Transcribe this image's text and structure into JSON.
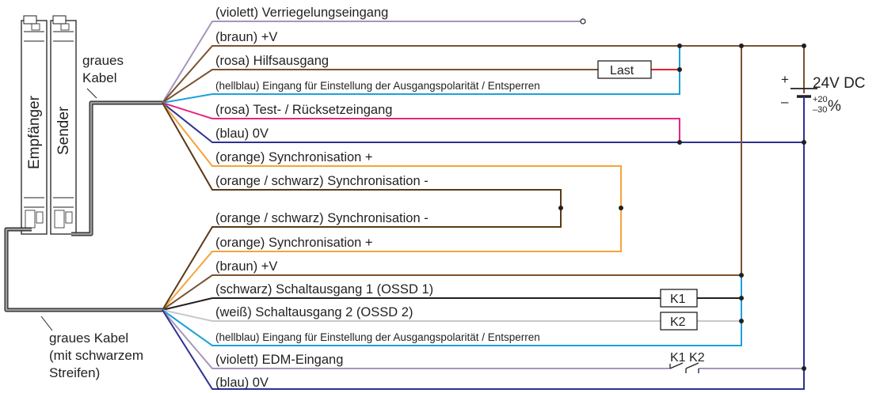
{
  "colors": {
    "violet": "#a794bd",
    "brown": "#7a5230",
    "red": "#e4202c",
    "lightblue": "#1ba1db",
    "pink": "#e6267f",
    "blue": "#2e3192",
    "orange": "#f3a43a",
    "black": "#231f20",
    "white_wire": "#c8c8c8",
    "gray_cable": "#6d6e71"
  },
  "devices": {
    "receiver": "Empfänger",
    "sender": "Sender"
  },
  "cables": {
    "top_line1": "graues",
    "top_line2": "Kabel",
    "bottom_line1": "graues Kabel",
    "bottom_line2": "(mit schwarzem",
    "bottom_line3": "Streifen)"
  },
  "sender_wires": {
    "w1": "(violett) Verriegelungseingang",
    "w2": "(braun) +V",
    "w3": "(rosa) Hilfsausgang",
    "w4": "(hellblau) Eingang für Einstellung der Ausgangspolarität / Entsperren",
    "w5": "(rosa) Test- / Rücksetzeingang",
    "w6": "(blau) 0V",
    "w7": "(orange) Synchronisation +",
    "w8": "(orange / schwarz) Synchronisation -"
  },
  "receiver_wires": {
    "w1": "(orange / schwarz) Synchronisation -",
    "w2": "(orange) Synchronisation +",
    "w3": "(braun) +V",
    "w4": "(schwarz) Schaltausgang 1 (OSSD 1)",
    "w5": "(weiß) Schaltausgang 2 (OSSD 2)",
    "w6": "(hellblau) Eingang für Einstellung der Ausgangspolarität / Entsperren",
    "w7": "(violett) EDM-Eingang",
    "w8": "(blau) 0V"
  },
  "components": {
    "load": "Last",
    "k1": "K1",
    "k2": "K2",
    "contacts": "K1 K2"
  },
  "supply": {
    "plus": "+",
    "minus": "–",
    "voltage": "24V DC",
    "tol_plus": "+20",
    "tol_minus": "–30",
    "percent": "%"
  }
}
